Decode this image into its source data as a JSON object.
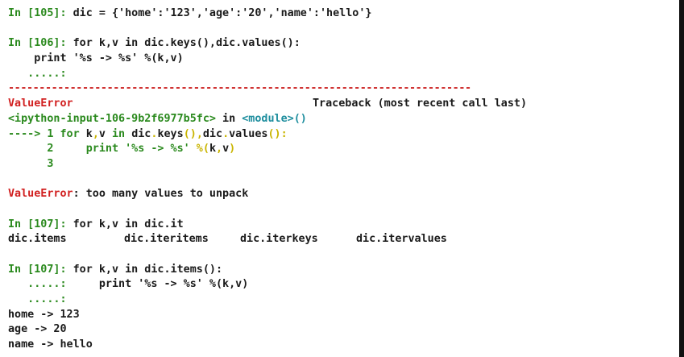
{
  "cells": {
    "in105": {
      "prompt": "In [105]:",
      "code": " dic = {'home':'123','age':'20','name':'hello'}"
    },
    "in106": {
      "prompt": "In [106]:",
      "code_line1": " for k,v in dic.keys(),dic.values():",
      "code_line2": "    print '%s -> %s' %(k,v)",
      "cont": "   .....:"
    },
    "traceback": {
      "rule": "---------------------------------------------------------------------------",
      "error_name": "ValueError",
      "header_right": "Traceback (most recent call last)",
      "input_ref": "<ipython-input-106-9b2f6977b5fc>",
      "in_word": " in ",
      "module": "<module>",
      "module_parens": "()",
      "arrow": "----> 1 ",
      "l1_for": "for",
      "l1_kv": " k",
      "l1_comma1": ",",
      "l1_v": "v",
      "l1_in": " in ",
      "l1_dic1": "dic",
      "l1_dot1": ".",
      "l1_keys": "keys",
      "l1_p1": "()",
      "l1_comma2": ",",
      "l1_dic2": "dic",
      "l1_dot2": ".",
      "l1_values": "values",
      "l1_p2": "():",
      "l2_num": "      2 ",
      "l2_print": "    print",
      "l2_str": " '%s -> %s'",
      "l2_pct": " %",
      "l2_lp": "(",
      "l2_k": "k",
      "l2_comma": ",",
      "l2_v": "v",
      "l2_rp": ")",
      "l3_num": "      3",
      "final_error": "ValueError",
      "final_msg": ": too many values to unpack"
    },
    "in107a": {
      "prompt": "In [107]:",
      "code": " for k,v in dic.it",
      "completions": [
        "dic.items",
        "dic.iteritems",
        "dic.iterkeys",
        "dic.itervalues"
      ]
    },
    "in107b": {
      "prompt": "In [107]:",
      "code": " for k,v in dic.items():",
      "cont1": "   .....:",
      "cont1_code": "     print '%s -> %s' %(k,v)",
      "cont2": "   .....:"
    },
    "output": [
      "home -> 123",
      "age -> 20",
      "name -> hello"
    ]
  }
}
